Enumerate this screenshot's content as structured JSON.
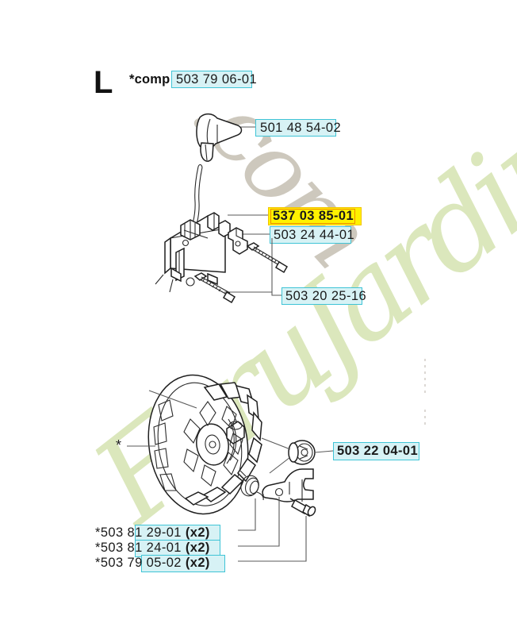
{
  "page": {
    "section_letter": "L",
    "comp_prefix": "*comp",
    "watermark_script": "ForuJardin",
    "watermark_domain": ".com",
    "asterisk_marker": "*"
  },
  "labels": [
    {
      "id": "comp-header",
      "text": "503 79 06-01",
      "boxed": "503 79 06",
      "highlight": "cyan",
      "bold": false,
      "prefix": "",
      "suffix": ""
    },
    {
      "id": "spark-plug-boot",
      "text": "501 48 54-02",
      "boxed": "501 48 54",
      "highlight": "cyan",
      "bold": false,
      "prefix": "",
      "suffix": ""
    },
    {
      "id": "ignition-coil",
      "text": "537 03 85-01",
      "boxed": "537 03 85-01",
      "highlight": "yellow",
      "bold": true,
      "prefix": "",
      "suffix": ""
    },
    {
      "id": "coil-bracket",
      "text": "503 24 44-01",
      "boxed": "503 24 44",
      "highlight": "cyan",
      "bold": false,
      "prefix": "",
      "suffix": ""
    },
    {
      "id": "coil-screw",
      "text": "503 20 25-16",
      "boxed": "503 20 25",
      "highlight": "cyan",
      "bold": false,
      "prefix": "",
      "suffix": ""
    },
    {
      "id": "flywheel-nut",
      "text": "503 22 04-01",
      "boxed": "503 22 04-01",
      "highlight": "cyan",
      "bold": true,
      "prefix": "",
      "suffix": ""
    },
    {
      "id": "pawl-spring",
      "text": "503 81 29-01",
      "boxed": "503 81 29-01",
      "highlight": "cyan",
      "bold": false,
      "prefix": "*",
      "suffix": "(x2)"
    },
    {
      "id": "pawl",
      "text": "503 81 24-01",
      "boxed": "503 81 24-01",
      "highlight": "cyan",
      "bold": false,
      "prefix": "*",
      "suffix": "(x2)"
    },
    {
      "id": "pawl-rivet",
      "text": "503 79 05-02",
      "boxed": "503 79 05-02",
      "highlight": "cyan",
      "bold": false,
      "prefix": "*",
      "suffix": "(x2)"
    }
  ],
  "colors": {
    "cyan_fill": "#d7f2f5",
    "cyan_border": "#3fc4d6",
    "yellow_fill": "#fff200",
    "watermark_green": "#dbe7bc",
    "watermark_grey": "#cdc8bd"
  }
}
